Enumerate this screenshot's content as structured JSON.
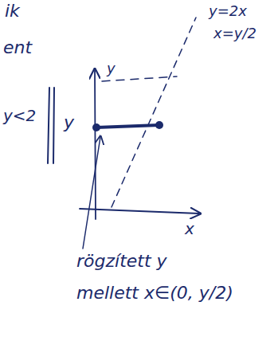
{
  "diagram": {
    "labels": [
      "ik",
      "ent",
      "y=2x",
      "x=y/2",
      "y",
      "y<2",
      "y",
      "x",
      "rögzített y",
      "mellett x∈(0, y/2)"
    ]
  }
}
